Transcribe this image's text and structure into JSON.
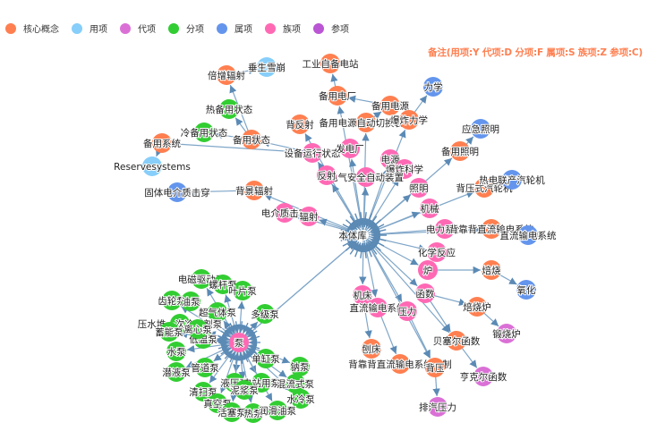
{
  "legend": [
    {
      "name": "核心概念",
      "color": "#ff7f50"
    },
    {
      "name": "用项",
      "color": "#87cefa"
    },
    {
      "name": "代项",
      "color": "#da70d6"
    },
    {
      "name": "分项",
      "color": "#32cd32"
    },
    {
      "name": "属项",
      "color": "#6495ed"
    },
    {
      "name": "族项",
      "color": "#ff69b4"
    },
    {
      "name": "参项",
      "color": "#ba55d3"
    }
  ],
  "note": "备注(用项:Y 代项:D 分项:F 属项:S 族项:Z 参项:C)",
  "nodes": [
    {
      "id": "center",
      "label": "本体库",
      "cat": 5,
      "big": true
    },
    {
      "id": "n1",
      "label": "工业自备电站",
      "cat": 0
    },
    {
      "id": "n2",
      "label": "备用电厂",
      "cat": 0
    },
    {
      "id": "n3",
      "label": "备用电源",
      "cat": 0
    },
    {
      "id": "n4",
      "label": "备用电源自动切换装置",
      "cat": 0
    },
    {
      "id": "n5",
      "label": "爆炸力学",
      "cat": 0
    },
    {
      "id": "n6",
      "label": "力学",
      "cat": 4
    },
    {
      "id": "n7",
      "label": "倍增辐射",
      "cat": 0
    },
    {
      "id": "n8",
      "label": "垂生雪崩",
      "cat": 1
    },
    {
      "id": "n9",
      "label": "热备用状态",
      "cat": 3
    },
    {
      "id": "n10",
      "label": "冷备用状态",
      "cat": 3
    },
    {
      "id": "n11",
      "label": "备用状态",
      "cat": 0
    },
    {
      "id": "n12",
      "label": "背反射",
      "cat": 0
    },
    {
      "id": "n13",
      "label": "备用系统",
      "cat": 0
    },
    {
      "id": "n14",
      "label": "Reservesystems",
      "cat": 1
    },
    {
      "id": "n15",
      "label": "设备运行状态",
      "cat": 5
    },
    {
      "id": "n16",
      "label": "发电厂",
      "cat": 5
    },
    {
      "id": "n17",
      "label": "电源",
      "cat": 5
    },
    {
      "id": "n18",
      "label": "爆炸科学",
      "cat": 5
    },
    {
      "id": "n19",
      "label": "应急照明",
      "cat": 4
    },
    {
      "id": "n20",
      "label": "备用照明",
      "cat": 0
    },
    {
      "id": "n21",
      "label": "照明",
      "cat": 5
    },
    {
      "id": "n22",
      "label": "电气安全自动装置",
      "cat": 5
    },
    {
      "id": "n23",
      "label": "反射",
      "cat": 5
    },
    {
      "id": "n24",
      "label": "固体电介质击穿",
      "cat": 4
    },
    {
      "id": "n25",
      "label": "背景辐射",
      "cat": 0
    },
    {
      "id": "n26",
      "label": "背压式汽轮机",
      "cat": 0
    },
    {
      "id": "n27",
      "label": "热电联产汽轮机",
      "cat": 4
    },
    {
      "id": "n28",
      "label": "机械",
      "cat": 5
    },
    {
      "id": "n29",
      "label": "电介质击穿",
      "cat": 5
    },
    {
      "id": "n30",
      "label": "辐射",
      "cat": 5
    },
    {
      "id": "n31",
      "label": "电力系统",
      "cat": 5
    },
    {
      "id": "n32",
      "label": "背靠背直流输电系统",
      "cat": 0
    },
    {
      "id": "n33",
      "label": "直流输电系统",
      "cat": 4
    },
    {
      "id": "n34",
      "label": "化学反应",
      "cat": 5
    },
    {
      "id": "n35",
      "label": "炉",
      "cat": 5
    },
    {
      "id": "n36",
      "label": "焙烧",
      "cat": 0
    },
    {
      "id": "n37",
      "label": "氧化",
      "cat": 4
    },
    {
      "id": "n38",
      "label": "函数",
      "cat": 5
    },
    {
      "id": "n39",
      "label": "焙烧炉",
      "cat": 0
    },
    {
      "id": "n40",
      "label": "锻烧炉",
      "cat": 2
    },
    {
      "id": "n41",
      "label": "机床",
      "cat": 5
    },
    {
      "id": "n42",
      "label": "直流输电系统",
      "cat": 5
    },
    {
      "id": "n43",
      "label": "压力",
      "cat": 5
    },
    {
      "id": "n44",
      "label": "贝塞尔函数",
      "cat": 0
    },
    {
      "id": "n45",
      "label": "亨克尔函数",
      "cat": 2
    },
    {
      "id": "n46",
      "label": "刨床",
      "cat": 0
    },
    {
      "id": "n47",
      "label": "背靠背直流输电系统控制",
      "cat": 0
    },
    {
      "id": "n48",
      "label": "背压",
      "cat": 0
    },
    {
      "id": "n49",
      "label": "排汽压力",
      "cat": 2
    },
    {
      "id": "pump",
      "label": "泵",
      "cat": 5
    },
    {
      "id": "p1",
      "label": "电磁驱动泵",
      "cat": 3
    },
    {
      "id": "p2",
      "label": "螺杆泵",
      "cat": 3
    },
    {
      "id": "p3",
      "label": "叶片泵",
      "cat": 3
    },
    {
      "id": "p4",
      "label": "齿轮泵",
      "cat": 3
    },
    {
      "id": "p5",
      "label": "油泵",
      "cat": 3
    },
    {
      "id": "p6",
      "label": "超气体泵",
      "cat": 3
    },
    {
      "id": "p7",
      "label": "多级泵",
      "cat": 3
    },
    {
      "id": "p8",
      "label": "压水堆一次冷却剂泵",
      "cat": 3
    },
    {
      "id": "p9",
      "label": "蓄能泵",
      "cat": 3
    },
    {
      "id": "p10",
      "label": "低温泵",
      "cat": 3
    },
    {
      "id": "p11",
      "label": "水泵",
      "cat": 3
    },
    {
      "id": "p12",
      "label": "离心泵",
      "cat": 3
    },
    {
      "id": "p13",
      "label": "单缸泵",
      "cat": 3
    },
    {
      "id": "p14",
      "label": "管道泵",
      "cat": 3
    },
    {
      "id": "p15",
      "label": "钠泵",
      "cat": 3
    },
    {
      "id": "p16",
      "label": "潜液泵",
      "cat": 3
    },
    {
      "id": "p17",
      "label": "液压泵",
      "cat": 3
    },
    {
      "id": "p18",
      "label": "电站用泵",
      "cat": 3
    },
    {
      "id": "p19",
      "label": "清扫泵",
      "cat": 3
    },
    {
      "id": "p20",
      "label": "泥浆泵",
      "cat": 3
    },
    {
      "id": "p21",
      "label": "真空泵",
      "cat": 3
    },
    {
      "id": "p22",
      "label": "混流式泵",
      "cat": 3
    },
    {
      "id": "p23",
      "label": "水冷泵",
      "cat": 3
    },
    {
      "id": "p24",
      "label": "活塞泵",
      "cat": 3
    },
    {
      "id": "p25",
      "label": "热泵",
      "cat": 3
    },
    {
      "id": "p26",
      "label": "润滑油泵",
      "cat": 3
    }
  ]
}
